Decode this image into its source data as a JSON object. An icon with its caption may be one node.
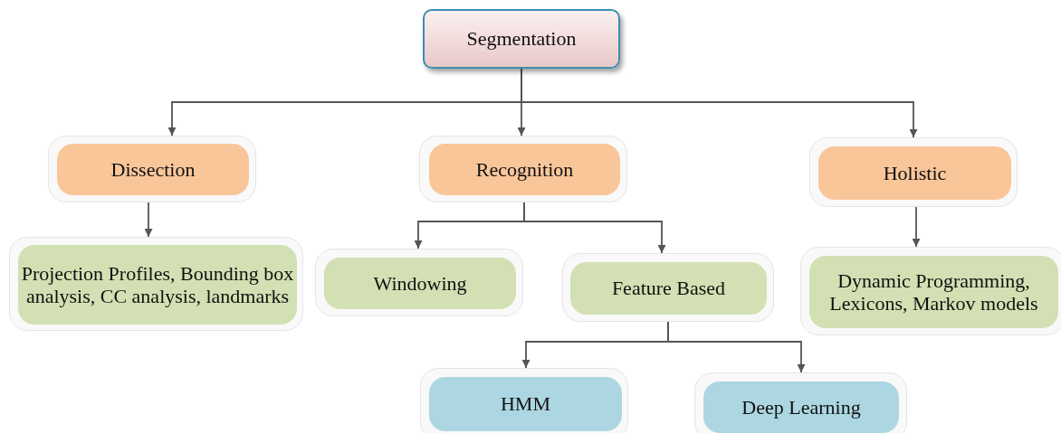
{
  "diagram": {
    "nodes": [
      {
        "text": [
          "Segmentation"
        ]
      },
      {
        "text": [
          "Dissection"
        ]
      },
      {
        "text": [
          "Recognition"
        ]
      },
      {
        "text": [
          "Holistic"
        ]
      },
      {
        "text": [
          "Projection Profiles, Bounding box analysis, CC analysis, landmarks"
        ]
      },
      {
        "text": [
          "Windowing"
        ]
      },
      {
        "text": [
          "Feature Based"
        ]
      },
      {
        "text": [
          "Dynamic Programming, Lexicons, Markov models"
        ]
      },
      {
        "text": [
          "HMM"
        ]
      },
      {
        "text": [
          "Deep Learning"
        ]
      }
    ],
    "edges": [
      {
        "from": 0,
        "to": 1,
        "arrow": "to"
      },
      {
        "from": 0,
        "to": 2,
        "arrow": "to"
      },
      {
        "from": 0,
        "to": 3,
        "arrow": "to"
      },
      {
        "from": 1,
        "to": 4,
        "arrow": "to"
      },
      {
        "from": 2,
        "to": 5,
        "arrow": "to"
      },
      {
        "from": 2,
        "to": 6,
        "arrow": "to"
      },
      {
        "from": 3,
        "to": 7,
        "arrow": "to"
      },
      {
        "from": 6,
        "to": 8,
        "arrow": "to"
      },
      {
        "from": 6,
        "to": 9,
        "arrow": "to"
      }
    ]
  }
}
